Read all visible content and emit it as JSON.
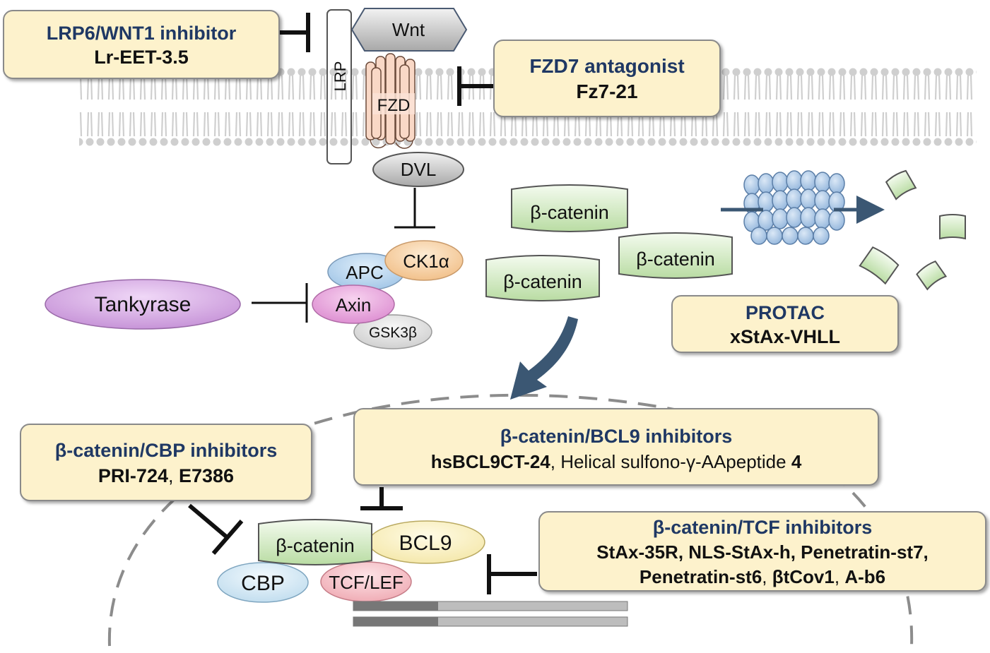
{
  "receptors": {
    "lrp": "LRP",
    "wnt": "Wnt",
    "fzd": "FZD",
    "dvl": "DVL"
  },
  "destruction_complex": {
    "apc": "APC",
    "ck1a": "CK1α",
    "axin": "Axin",
    "gsk3b": "GSK3β",
    "tankyrase": "Tankyrase"
  },
  "cytoplasm": {
    "bcatenin_1": "β-catenin",
    "bcatenin_2": "β-catenin",
    "bcatenin_3": "β-catenin"
  },
  "nucleus": {
    "bcatenin": "β-catenin",
    "bcl9": "BCL9",
    "cbp": "CBP",
    "tcf_lef": "TCF/LEF"
  },
  "inhibitors": {
    "lrp6": {
      "title": "LRP6/WNT1 inhibitor",
      "compound": "Lr-EET-3.5"
    },
    "fzd7": {
      "title": "FZD7 antagonist",
      "compound": "Fz7-21"
    },
    "protac": {
      "title": "PROTAC",
      "compound": "xStAx-VHLL"
    },
    "cbp": {
      "title": "β-catenin/CBP inhibitors",
      "c1": "PRI-724",
      "sep": ", ",
      "c2": "E7386"
    },
    "bcl9": {
      "title": "β-catenin/BCL9 inhibitors",
      "c1": "hsBCL9CT-24",
      "mid": ", Helical sulfono-γ-AApeptide ",
      "c2": "4"
    },
    "tcf": {
      "title": "β-catenin/TCF inhibitors",
      "line1": "StAx-35R, NLS-StAx-h, Penetratin-st7,",
      "c1": "Penetratin-st6",
      "sep1": ", ",
      "c2": "βtCov1",
      "sep2": ", ",
      "c3": "A-b6"
    }
  },
  "colors": {
    "box_fill": "#fdf2cc",
    "box_title": "#1f3864",
    "catenin_fill": "#d4ecc4",
    "arrow": "#3b5773",
    "proteasome": "#a9c6e8"
  }
}
